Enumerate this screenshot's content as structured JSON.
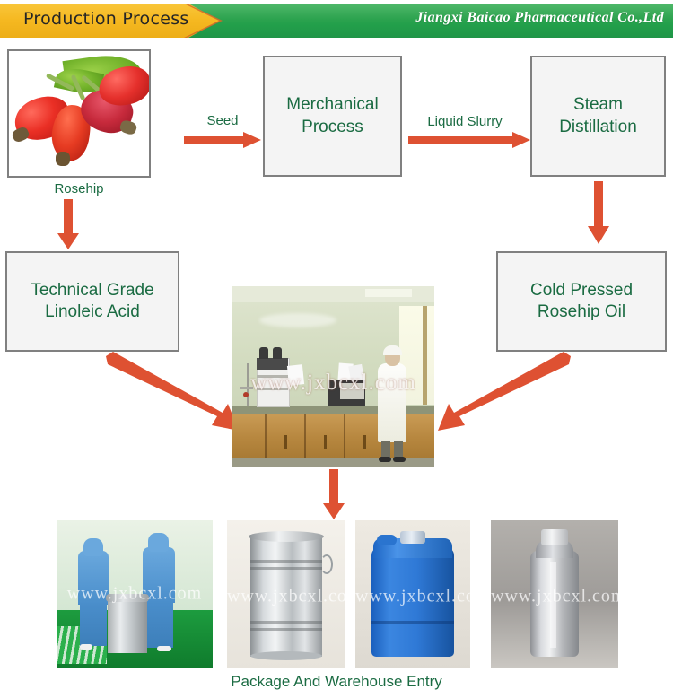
{
  "header": {
    "title": "Production Process",
    "company": "Jiangxi Baicao Pharmaceutical Co.,Ltd",
    "yellow_color": "#f5b820",
    "green_color": "#23a04b"
  },
  "theme": {
    "arrow_color": "#de5132",
    "box_border": "#808080",
    "box_fill": "#f4f4f4",
    "text_green": "#1a6b42"
  },
  "flow": {
    "rosehip_caption": "Rosehip",
    "arrow_labels": {
      "seed": "Seed",
      "liquid_slurry": "Liquid Slurry"
    },
    "boxes": [
      {
        "id": "merchanical-process",
        "line1": "Merchanical",
        "line2": "Process"
      },
      {
        "id": "steam-distillation",
        "line1": "Steam",
        "line2": "Distillation"
      },
      {
        "id": "technical-grade-linoleic-acid",
        "line1": "Technical Grade",
        "line2": "Linoleic Acid"
      },
      {
        "id": "cold-pressed-rosehip-oil",
        "line1": "Cold Pressed",
        "line2": "Rosehip Oil"
      }
    ]
  },
  "watermark": "www.jxbcxl.com",
  "photos": {
    "rosehip_alt": "Rosehip fruits with green leaf",
    "lab_alt": "Laboratory technician operating analysis instruments",
    "packaging": [
      {
        "id": "cleanroom-workers",
        "alt": "Workers in blue cleanroom suits with steel drum"
      },
      {
        "id": "steel-drum",
        "alt": "Galvanized steel drum"
      },
      {
        "id": "blue-jerry-can",
        "alt": "Blue plastic jerry can"
      },
      {
        "id": "aluminum-bottle",
        "alt": "Aluminum bottle"
      }
    ],
    "packaging_caption": "Package And Warehouse Entry"
  }
}
